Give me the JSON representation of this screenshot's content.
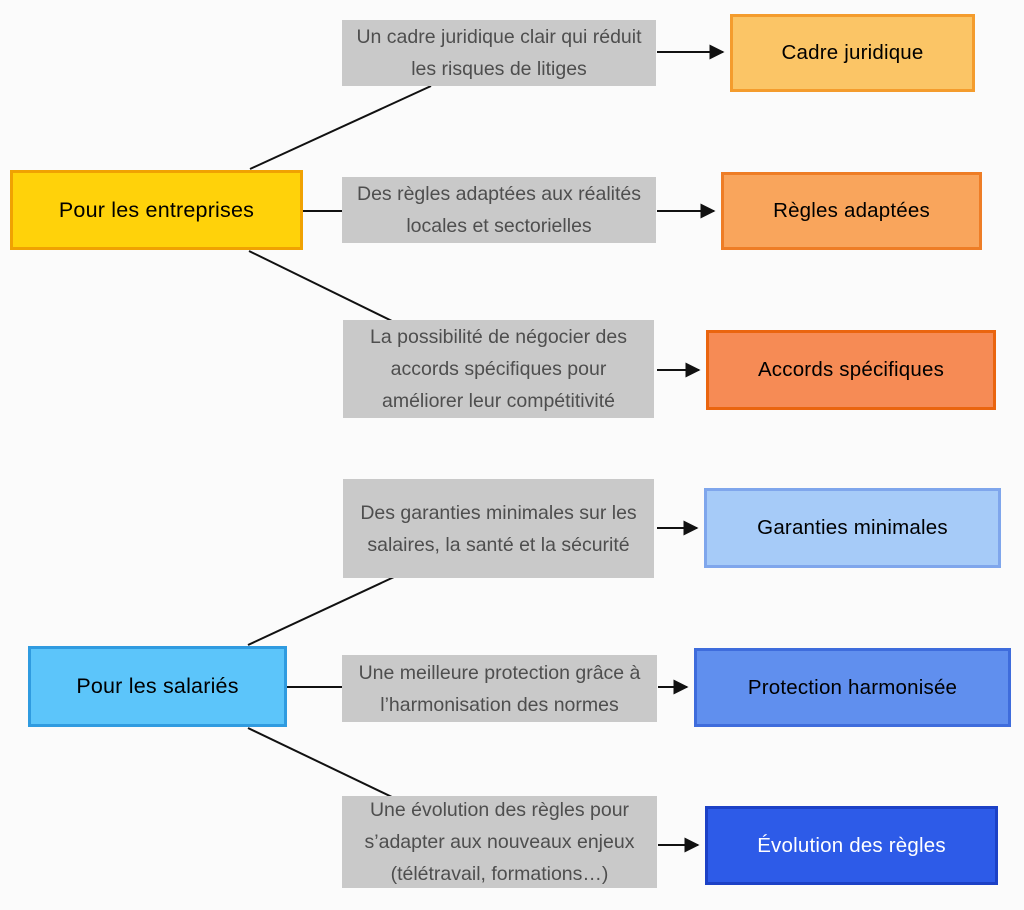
{
  "diagram": {
    "title_implicit": "",
    "connector_color": "#111111",
    "desc_box": {
      "fill": "#C9C9C9",
      "text_color": "#4E4E4E"
    },
    "groups": [
      {
        "label": "Pour les entreprises",
        "fill": "#FFD20A",
        "border": "#F0A202",
        "text_color": "#000000",
        "items": [
          {
            "description": "Un cadre juridique clair qui réduit les risques de litiges",
            "result": "Cadre juridique",
            "result_fill": "#FBC566",
            "result_border": "#F49C2D",
            "result_text_color": "#000000"
          },
          {
            "description": "Des règles adaptées aux réalités locales et sectorielles",
            "result": "Règles adaptées",
            "result_fill": "#F9A55C",
            "result_border": "#EE7D26",
            "result_text_color": "#000000"
          },
          {
            "description": "La possibilité de négocier des accords spécifiques pour améliorer leur compétitivité",
            "result": "Accords spécifiques",
            "result_fill": "#F68B55",
            "result_border": "#EA650F",
            "result_text_color": "#000000"
          }
        ]
      },
      {
        "label": "Pour les salariés",
        "fill": "#5CC5FA",
        "border": "#2F9BE0",
        "text_color": "#000000",
        "items": [
          {
            "description": "Des garanties minimales sur les salaires, la santé et la sécurité",
            "result": "Garanties minimales",
            "result_fill": "#A6CBF8",
            "result_border": "#7FA6EC",
            "result_text_color": "#000000"
          },
          {
            "description": "Une meilleure protection grâce à l’harmonisation des normes",
            "result": "Protection harmonisée",
            "result_fill": "#608FEE",
            "result_border": "#3E6CDC",
            "result_text_color": "#000000"
          },
          {
            "description": "Une évolution des règles pour s’adapter aux nouveaux enjeux (télétravail, formations…)",
            "result": "Évolution des règles",
            "result_fill": "#2D5BE8",
            "result_border": "#1C41C6",
            "result_text_color": "#FFFFFF"
          }
        ]
      }
    ]
  }
}
